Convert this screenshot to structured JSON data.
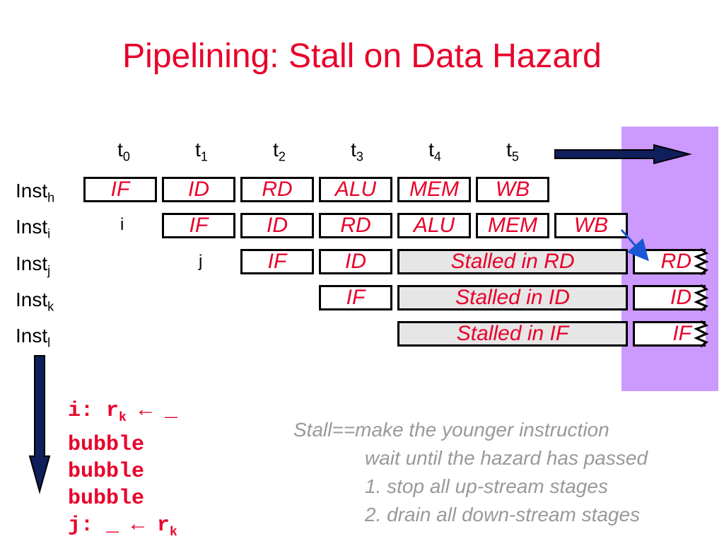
{
  "title": "Pipelining: Stall on Data Hazard",
  "time_axis": {
    "base": "t",
    "steps": [
      "0",
      "1",
      "2",
      "3",
      "4",
      "5"
    ]
  },
  "instructions": [
    {
      "base": "Inst",
      "sub": "h"
    },
    {
      "base": "Inst",
      "sub": "i"
    },
    {
      "base": "Inst",
      "sub": "j"
    },
    {
      "base": "Inst",
      "sub": "k"
    },
    {
      "base": "Inst",
      "sub": "l"
    }
  ],
  "markers": {
    "i": "i",
    "j": "j"
  },
  "stages": {
    "row_h": [
      "IF",
      "ID",
      "RD",
      "ALU",
      "MEM",
      "WB"
    ],
    "row_i": [
      "IF",
      "ID",
      "RD",
      "ALU",
      "MEM",
      "WB"
    ],
    "row_j": [
      "IF",
      "ID"
    ],
    "row_k": [
      "IF"
    ],
    "stalled": {
      "row_j": "Stalled in RD",
      "row_k": "Stalled in ID",
      "row_l": "Stalled in IF"
    },
    "resume": {
      "row_j": "RD",
      "row_k": "ID",
      "row_l": "IF"
    }
  },
  "code": {
    "line1": {
      "prefix": "i: r",
      "sub": "k",
      "arrow": "←",
      "tail": " _"
    },
    "bubbles": [
      "bubble",
      "bubble",
      "bubble"
    ],
    "line5": {
      "prefix": "j: _ ",
      "arrow": "←",
      "mid": " r",
      "sub": "k"
    }
  },
  "note": {
    "line1": "Stall==make the younger instruction",
    "line2": "wait until the hazard has passed",
    "line3": "1. stop all up-stream stages",
    "line4": "2. drain all down-stream stages"
  },
  "colors": {
    "accent": "#e8002a",
    "stall_fill": "#e6e6e6",
    "band": "#cc99ff",
    "arrow_navy": "#0f1f5c",
    "dependency_arrow": "#1a56d6",
    "note_gray": "#999999"
  }
}
